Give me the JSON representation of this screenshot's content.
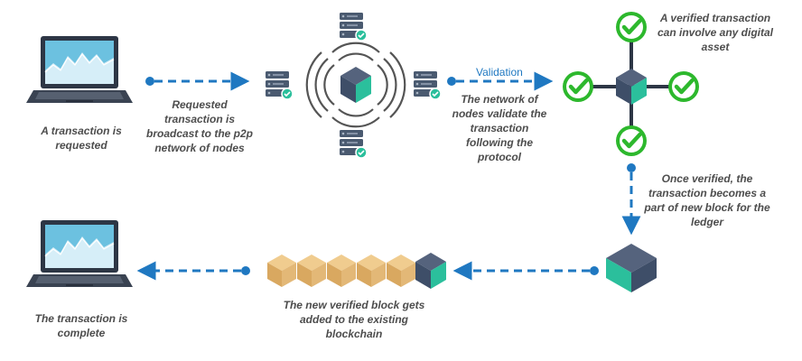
{
  "steps": {
    "requested": "A transaction is requested",
    "broadcast": "Requested transaction is broadcast to the p2p network of nodes",
    "validate": "The network of nodes validate the transaction following the protocol",
    "verified_asset": "A verified transaction can involve any digital asset",
    "new_block": "Once verified, the transaction becomes a part of new block for the ledger",
    "added": "The new verified block gets added to the existing blockchain",
    "complete": "The transaction is complete"
  },
  "labels": {
    "validation": "Validation"
  },
  "colors": {
    "arrow": "#1f78c1",
    "check": "#2db82d",
    "cube_dark": "#3e4e68",
    "cube_teal": "#2bbf9c",
    "chain_gold": "#e3b877",
    "server": "#4a5a70",
    "laptop": "#2d3645",
    "screen": "#5fb8d8"
  },
  "icons": [
    "laptop-icon",
    "server-icon",
    "cube-icon",
    "check-icon",
    "signal-waves-icon"
  ]
}
